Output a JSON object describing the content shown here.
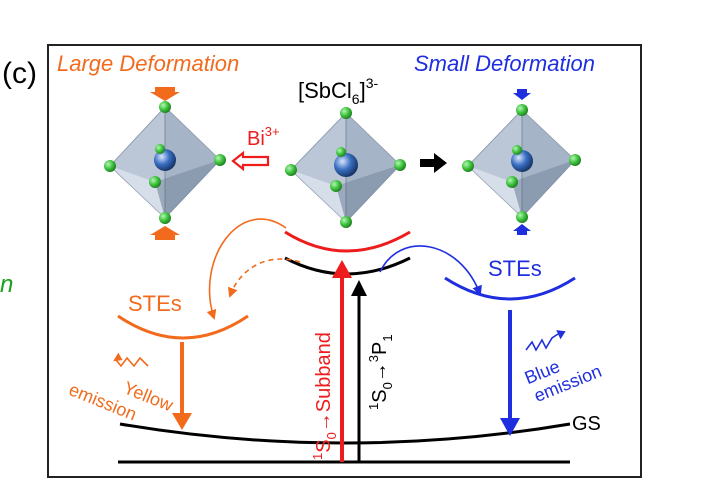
{
  "panel_label": "(c)",
  "titles": {
    "left": "Large Deformation",
    "center": "[SbCl6]3-",
    "center_parts": {
      "base": "[SbCl",
      "sub": "6",
      "close": "]",
      "sup": "3-"
    },
    "right": "Small Deformation"
  },
  "dopant": {
    "ion": "Bi",
    "charge": "3+"
  },
  "labels": {
    "stes_left": "STEs",
    "stes_right": "STEs",
    "yellow_emission_line1": "Yellow",
    "yellow_emission_line2": "emission",
    "blue_emission_line1": "Blue",
    "blue_emission_line2": "emission",
    "gs": "GS"
  },
  "transitions": {
    "subband": {
      "from_s": "S",
      "from_sup": "1",
      "from_sub": "0",
      "to": "Subband"
    },
    "p1": {
      "from_s": "S",
      "from_sup": "1",
      "from_sub": "0",
      "to_p": "P",
      "to_sup": "3",
      "to_sub": "1"
    }
  },
  "margin_fragment": "n",
  "colors": {
    "orange": "#f26b1d",
    "blue": "#1f2fe0",
    "red": "#ee1c1c",
    "black": "#000000",
    "green_ball": "#3cc23c",
    "center_ball": "#3a6fc2",
    "octahedron": "#a9b8cc",
    "margin_green": "#1aa01a"
  },
  "icons": [
    "octahedron-icon",
    "arrow-right-icon",
    "wave-arrow-icon"
  ]
}
